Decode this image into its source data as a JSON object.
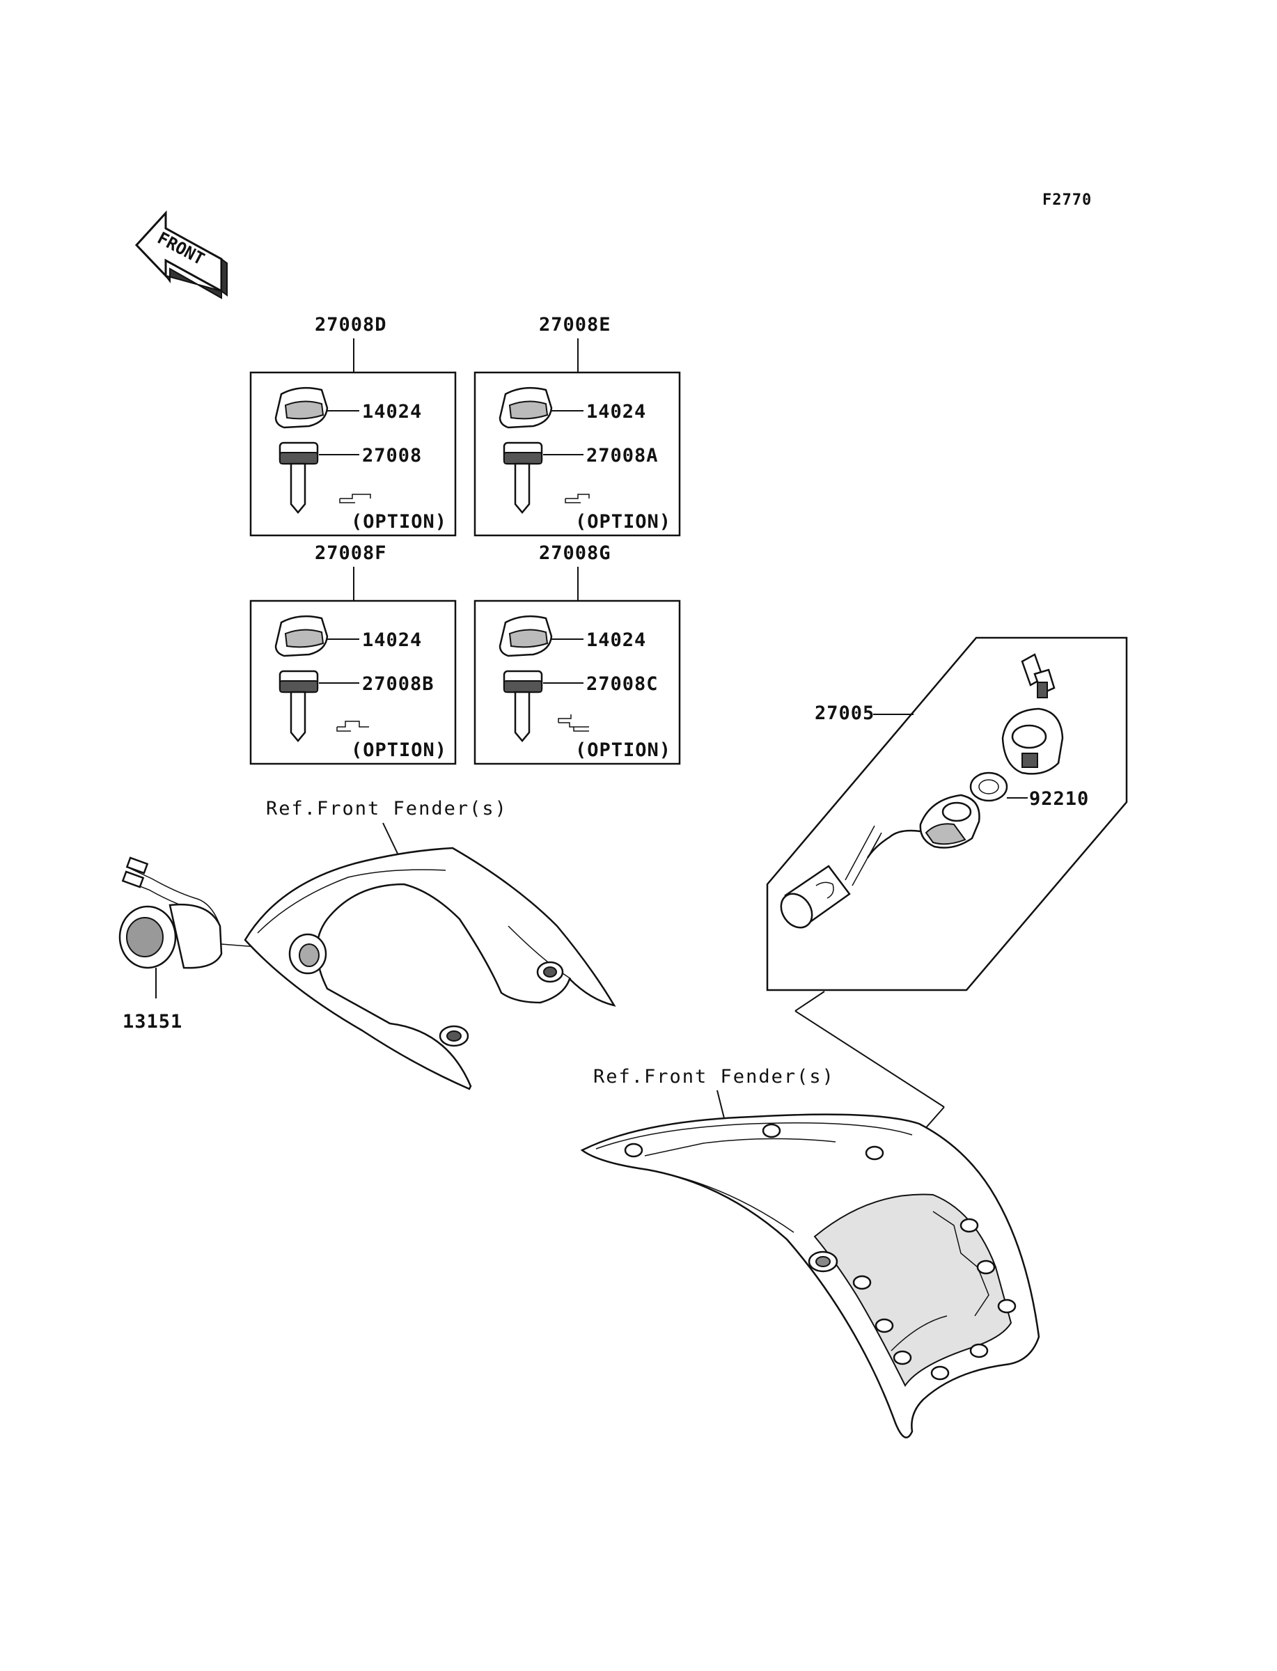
{
  "diagram_code": "F2770",
  "front_arrow_label": "FRONT",
  "kits": [
    {
      "code": "27008D",
      "cap": "14024",
      "key": "27008",
      "option": "(OPTION)"
    },
    {
      "code": "27008E",
      "cap": "14024",
      "key": "27008A",
      "option": "(OPTION)"
    },
    {
      "code": "27008F",
      "cap": "14024",
      "key": "27008B",
      "option": "(OPTION)"
    },
    {
      "code": "27008G",
      "cap": "14024",
      "key": "27008C",
      "option": "(OPTION)"
    }
  ],
  "ignition_switch": {
    "code": "27005",
    "nut": "92210"
  },
  "indicator": {
    "code": "13151"
  },
  "references": [
    "Ref.Front Fender(s)",
    "Ref.Front Fender(s)"
  ]
}
